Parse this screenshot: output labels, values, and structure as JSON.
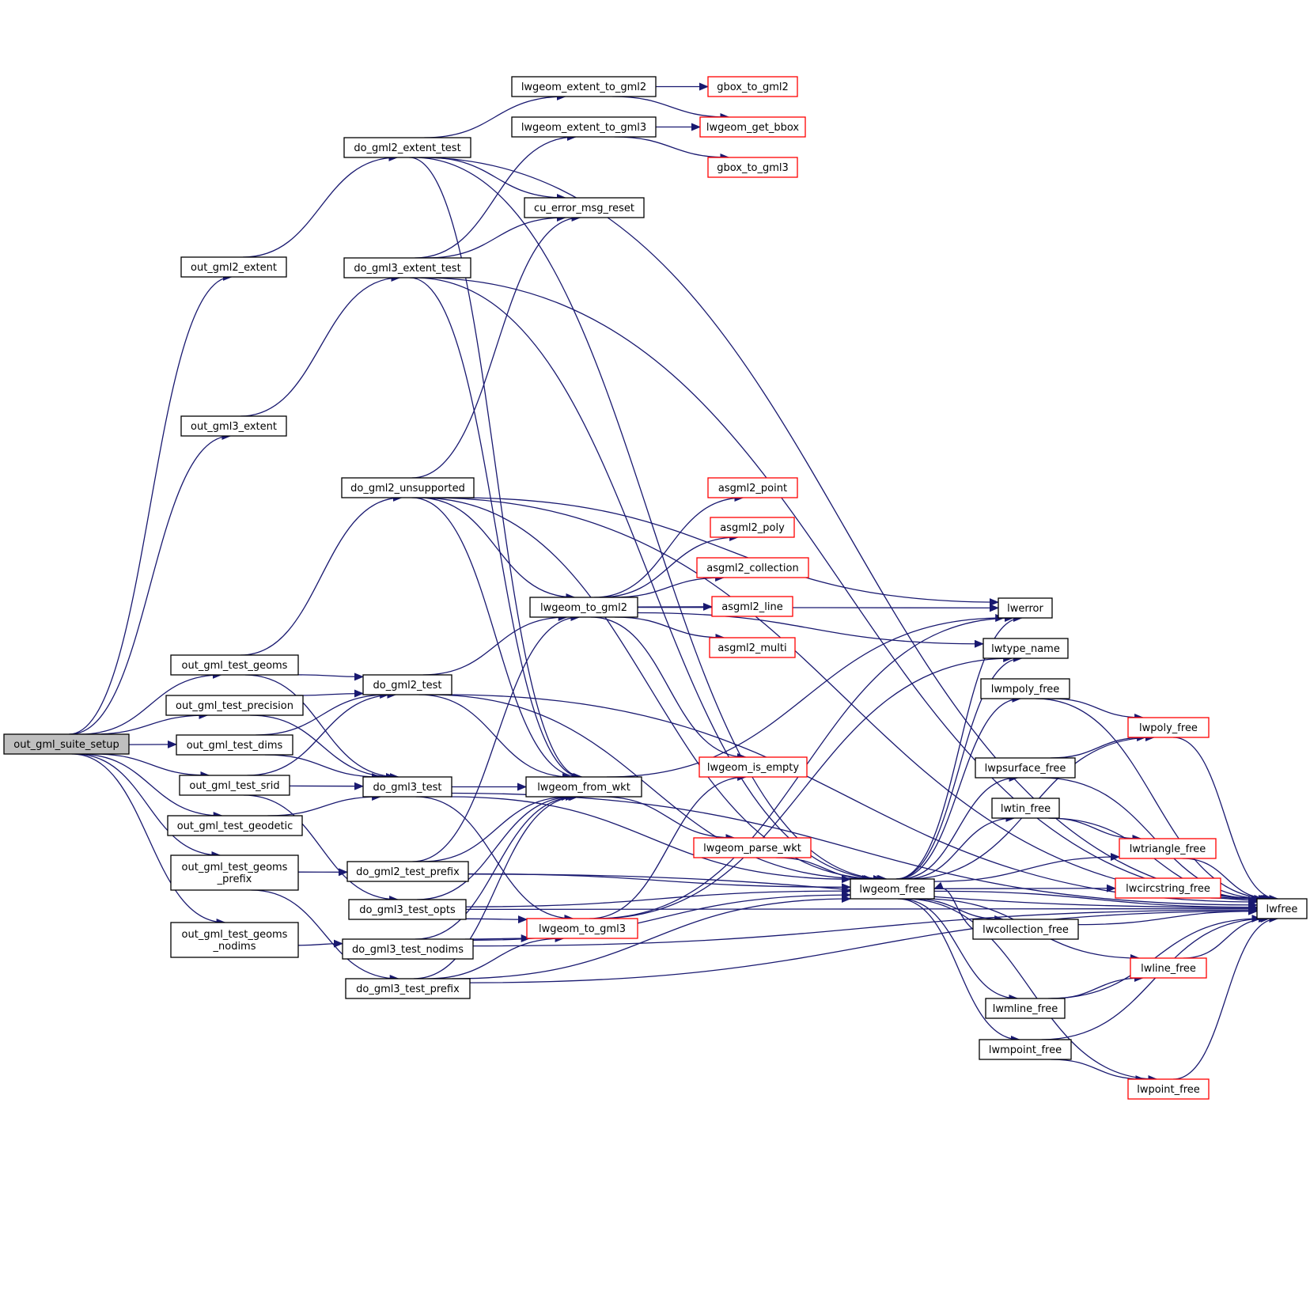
{
  "colors": {
    "edge": "#191970",
    "border": "#000000",
    "external_border": "#ff0000",
    "root_fill": "#bfbfbf"
  },
  "nodes": [
    {
      "id": "root",
      "label": "out_gml_suite_setup",
      "kind": "root"
    },
    {
      "id": "out_gml2_extent",
      "label": "out_gml2_extent"
    },
    {
      "id": "out_gml3_extent",
      "label": "out_gml3_extent"
    },
    {
      "id": "out_gml_test_geoms",
      "label": "out_gml_test_geoms"
    },
    {
      "id": "out_gml_test_precision",
      "label": "out_gml_test_precision"
    },
    {
      "id": "out_gml_test_dims",
      "label": "out_gml_test_dims"
    },
    {
      "id": "out_gml_test_srid",
      "label": "out_gml_test_srid"
    },
    {
      "id": "out_gml_test_geodetic",
      "label": "out_gml_test_geodetic"
    },
    {
      "id": "out_gml_test_geoms_prefix",
      "label": "out_gml_test_geoms\n_prefix"
    },
    {
      "id": "out_gml_test_geoms_nodims",
      "label": "out_gml_test_geoms\n_nodims"
    },
    {
      "id": "do_gml2_extent_test",
      "label": "do_gml2_extent_test"
    },
    {
      "id": "do_gml3_extent_test",
      "label": "do_gml3_extent_test"
    },
    {
      "id": "do_gml2_unsupported",
      "label": "do_gml2_unsupported"
    },
    {
      "id": "do_gml2_test",
      "label": "do_gml2_test"
    },
    {
      "id": "do_gml3_test",
      "label": "do_gml3_test"
    },
    {
      "id": "do_gml2_test_prefix",
      "label": "do_gml2_test_prefix"
    },
    {
      "id": "do_gml3_test_opts",
      "label": "do_gml3_test_opts"
    },
    {
      "id": "do_gml3_test_nodims",
      "label": "do_gml3_test_nodims"
    },
    {
      "id": "do_gml3_test_prefix",
      "label": "do_gml3_test_prefix"
    },
    {
      "id": "lwgeom_extent_to_gml2",
      "label": "lwgeom_extent_to_gml2"
    },
    {
      "id": "lwgeom_extent_to_gml3",
      "label": "lwgeom_extent_to_gml3"
    },
    {
      "id": "cu_error_msg_reset",
      "label": "cu_error_msg_reset"
    },
    {
      "id": "lwgeom_to_gml2",
      "label": "lwgeom_to_gml2"
    },
    {
      "id": "lwgeom_from_wkt",
      "label": "lwgeom_from_wkt"
    },
    {
      "id": "lwgeom_to_gml3",
      "label": "lwgeom_to_gml3",
      "kind": "ext"
    },
    {
      "id": "gbox_to_gml2",
      "label": "gbox_to_gml2",
      "kind": "ext"
    },
    {
      "id": "lwgeom_get_bbox",
      "label": "lwgeom_get_bbox",
      "kind": "ext"
    },
    {
      "id": "gbox_to_gml3",
      "label": "gbox_to_gml3",
      "kind": "ext"
    },
    {
      "id": "asgml2_point",
      "label": "asgml2_point",
      "kind": "ext"
    },
    {
      "id": "asgml2_poly",
      "label": "asgml2_poly",
      "kind": "ext"
    },
    {
      "id": "asgml2_collection",
      "label": "asgml2_collection",
      "kind": "ext"
    },
    {
      "id": "asgml2_line",
      "label": "asgml2_line",
      "kind": "ext"
    },
    {
      "id": "asgml2_multi",
      "label": "asgml2_multi",
      "kind": "ext"
    },
    {
      "id": "lwgeom_is_empty",
      "label": "lwgeom_is_empty",
      "kind": "ext"
    },
    {
      "id": "lwgeom_parse_wkt",
      "label": "lwgeom_parse_wkt",
      "kind": "ext"
    },
    {
      "id": "lwgeom_free",
      "label": "lwgeom_free"
    },
    {
      "id": "lwerror",
      "label": "lwerror"
    },
    {
      "id": "lwtype_name",
      "label": "lwtype_name"
    },
    {
      "id": "lwmpoly_free",
      "label": "lwmpoly_free"
    },
    {
      "id": "lwpsurface_free",
      "label": "lwpsurface_free"
    },
    {
      "id": "lwtin_free",
      "label": "lwtin_free"
    },
    {
      "id": "lwcollection_free",
      "label": "lwcollection_free"
    },
    {
      "id": "lwmline_free",
      "label": "lwmline_free"
    },
    {
      "id": "lwmpoint_free",
      "label": "lwmpoint_free"
    },
    {
      "id": "lwpoly_free",
      "label": "lwpoly_free",
      "kind": "ext"
    },
    {
      "id": "lwtriangle_free",
      "label": "lwtriangle_free",
      "kind": "ext"
    },
    {
      "id": "lwcircstring_free",
      "label": "lwcircstring_free",
      "kind": "ext"
    },
    {
      "id": "lwline_free",
      "label": "lwline_free",
      "kind": "ext"
    },
    {
      "id": "lwpoint_free",
      "label": "lwpoint_free",
      "kind": "ext"
    },
    {
      "id": "lwfree",
      "label": "lwfree"
    }
  ],
  "edges": [
    [
      "root",
      "out_gml2_extent"
    ],
    [
      "root",
      "out_gml3_extent"
    ],
    [
      "root",
      "out_gml_test_geoms"
    ],
    [
      "root",
      "out_gml_test_precision"
    ],
    [
      "root",
      "out_gml_test_dims"
    ],
    [
      "root",
      "out_gml_test_srid"
    ],
    [
      "root",
      "out_gml_test_geodetic"
    ],
    [
      "root",
      "out_gml_test_geoms_prefix"
    ],
    [
      "root",
      "out_gml_test_geoms_nodims"
    ],
    [
      "out_gml2_extent",
      "do_gml2_extent_test"
    ],
    [
      "out_gml3_extent",
      "do_gml3_extent_test"
    ],
    [
      "out_gml_test_geoms",
      "do_gml2_unsupported"
    ],
    [
      "out_gml_test_geoms",
      "do_gml2_test"
    ],
    [
      "out_gml_test_geoms",
      "do_gml3_test"
    ],
    [
      "out_gml_test_precision",
      "do_gml2_test"
    ],
    [
      "out_gml_test_precision",
      "do_gml3_test"
    ],
    [
      "out_gml_test_dims",
      "do_gml2_test"
    ],
    [
      "out_gml_test_dims",
      "do_gml3_test"
    ],
    [
      "out_gml_test_srid",
      "do_gml2_test"
    ],
    [
      "out_gml_test_srid",
      "do_gml3_test"
    ],
    [
      "out_gml_test_srid",
      "do_gml3_test_opts"
    ],
    [
      "out_gml_test_geodetic",
      "do_gml3_test"
    ],
    [
      "out_gml_test_geoms_prefix",
      "do_gml2_test_prefix"
    ],
    [
      "out_gml_test_geoms_prefix",
      "do_gml3_test_prefix"
    ],
    [
      "out_gml_test_geoms_nodims",
      "do_gml3_test_nodims"
    ],
    [
      "do_gml2_extent_test",
      "lwgeom_extent_to_gml2"
    ],
    [
      "do_gml2_extent_test",
      "cu_error_msg_reset"
    ],
    [
      "do_gml2_extent_test",
      "lwgeom_from_wkt"
    ],
    [
      "do_gml2_extent_test",
      "lwgeom_free"
    ],
    [
      "do_gml2_extent_test",
      "lwfree"
    ],
    [
      "do_gml3_extent_test",
      "lwgeom_extent_to_gml3"
    ],
    [
      "do_gml3_extent_test",
      "cu_error_msg_reset"
    ],
    [
      "do_gml3_extent_test",
      "lwgeom_from_wkt"
    ],
    [
      "do_gml3_extent_test",
      "lwgeom_free"
    ],
    [
      "do_gml3_extent_test",
      "lwfree"
    ],
    [
      "do_gml2_unsupported",
      "cu_error_msg_reset"
    ],
    [
      "do_gml2_unsupported",
      "lwgeom_to_gml2"
    ],
    [
      "do_gml2_unsupported",
      "lwgeom_from_wkt"
    ],
    [
      "do_gml2_unsupported",
      "lwgeom_free"
    ],
    [
      "do_gml2_unsupported",
      "lwfree"
    ],
    [
      "do_gml2_unsupported",
      "lwerror"
    ],
    [
      "do_gml2_test",
      "lwgeom_to_gml2"
    ],
    [
      "do_gml2_test",
      "lwgeom_from_wkt"
    ],
    [
      "do_gml2_test",
      "lwgeom_free"
    ],
    [
      "do_gml2_test",
      "lwfree"
    ],
    [
      "do_gml3_test",
      "lwgeom_from_wkt"
    ],
    [
      "do_gml3_test",
      "lwgeom_to_gml3"
    ],
    [
      "do_gml3_test",
      "lwgeom_free"
    ],
    [
      "do_gml3_test",
      "lwfree"
    ],
    [
      "do_gml2_test_prefix",
      "lwgeom_to_gml2"
    ],
    [
      "do_gml2_test_prefix",
      "lwgeom_from_wkt"
    ],
    [
      "do_gml2_test_prefix",
      "lwgeom_free"
    ],
    [
      "do_gml2_test_prefix",
      "lwfree"
    ],
    [
      "do_gml3_test_opts",
      "lwgeom_from_wkt"
    ],
    [
      "do_gml3_test_opts",
      "lwgeom_to_gml3"
    ],
    [
      "do_gml3_test_opts",
      "lwgeom_free"
    ],
    [
      "do_gml3_test_opts",
      "lwfree"
    ],
    [
      "do_gml3_test_nodims",
      "lwgeom_from_wkt"
    ],
    [
      "do_gml3_test_nodims",
      "lwgeom_to_gml3"
    ],
    [
      "do_gml3_test_nodims",
      "lwgeom_free"
    ],
    [
      "do_gml3_test_nodims",
      "lwfree"
    ],
    [
      "do_gml3_test_prefix",
      "lwgeom_from_wkt"
    ],
    [
      "do_gml3_test_prefix",
      "lwgeom_to_gml3"
    ],
    [
      "do_gml3_test_prefix",
      "lwgeom_free"
    ],
    [
      "do_gml3_test_prefix",
      "lwfree"
    ],
    [
      "lwgeom_extent_to_gml2",
      "gbox_to_gml2"
    ],
    [
      "lwgeom_extent_to_gml2",
      "lwgeom_get_bbox"
    ],
    [
      "lwgeom_extent_to_gml3",
      "lwgeom_get_bbox"
    ],
    [
      "lwgeom_extent_to_gml3",
      "gbox_to_gml3"
    ],
    [
      "lwgeom_to_gml2",
      "asgml2_point"
    ],
    [
      "lwgeom_to_gml2",
      "asgml2_poly"
    ],
    [
      "lwgeom_to_gml2",
      "asgml2_collection"
    ],
    [
      "lwgeom_to_gml2",
      "asgml2_line"
    ],
    [
      "lwgeom_to_gml2",
      "asgml2_multi"
    ],
    [
      "lwgeom_to_gml2",
      "lwgeom_is_empty"
    ],
    [
      "lwgeom_to_gml2",
      "lwtype_name"
    ],
    [
      "lwgeom_to_gml2",
      "lwerror"
    ],
    [
      "lwgeom_from_wkt",
      "lwgeom_parse_wkt"
    ],
    [
      "lwgeom_from_wkt",
      "lwerror"
    ],
    [
      "lwgeom_to_gml3",
      "lwgeom_is_empty"
    ],
    [
      "lwgeom_to_gml3",
      "lwtype_name"
    ],
    [
      "lwgeom_to_gml3",
      "lwerror"
    ],
    [
      "lwgeom_parse_wkt",
      "lwgeom_free"
    ],
    [
      "lwgeom_free",
      "lwerror"
    ],
    [
      "lwgeom_free",
      "lwtype_name"
    ],
    [
      "lwgeom_free",
      "lwmpoly_free"
    ],
    [
      "lwgeom_free",
      "lwpoly_free"
    ],
    [
      "lwgeom_free",
      "lwpsurface_free"
    ],
    [
      "lwgeom_free",
      "lwtin_free"
    ],
    [
      "lwgeom_free",
      "lwtriangle_free"
    ],
    [
      "lwgeom_free",
      "lwcircstring_free"
    ],
    [
      "lwgeom_free",
      "lwcollection_free"
    ],
    [
      "lwgeom_free",
      "lwline_free"
    ],
    [
      "lwgeom_free",
      "lwmline_free"
    ],
    [
      "lwgeom_free",
      "lwmpoint_free"
    ],
    [
      "lwgeom_free",
      "lwpoint_free"
    ],
    [
      "lwgeom_free",
      "lwfree"
    ],
    [
      "lwmpoly_free",
      "lwpoly_free"
    ],
    [
      "lwmpoly_free",
      "lwfree"
    ],
    [
      "lwpsurface_free",
      "lwpoly_free"
    ],
    [
      "lwpsurface_free",
      "lwfree"
    ],
    [
      "lwtin_free",
      "lwtriangle_free"
    ],
    [
      "lwtin_free",
      "lwfree"
    ],
    [
      "lwcollection_free",
      "lwgeom_free"
    ],
    [
      "lwcollection_free",
      "lwfree"
    ],
    [
      "lwmline_free",
      "lwline_free"
    ],
    [
      "lwmline_free",
      "lwfree"
    ],
    [
      "lwmpoint_free",
      "lwpoint_free"
    ],
    [
      "lwmpoint_free",
      "lwfree"
    ],
    [
      "lwpoly_free",
      "lwfree"
    ],
    [
      "lwtriangle_free",
      "lwfree"
    ],
    [
      "lwcircstring_free",
      "lwfree"
    ],
    [
      "lwline_free",
      "lwfree"
    ],
    [
      "lwpoint_free",
      "lwfree"
    ]
  ]
}
